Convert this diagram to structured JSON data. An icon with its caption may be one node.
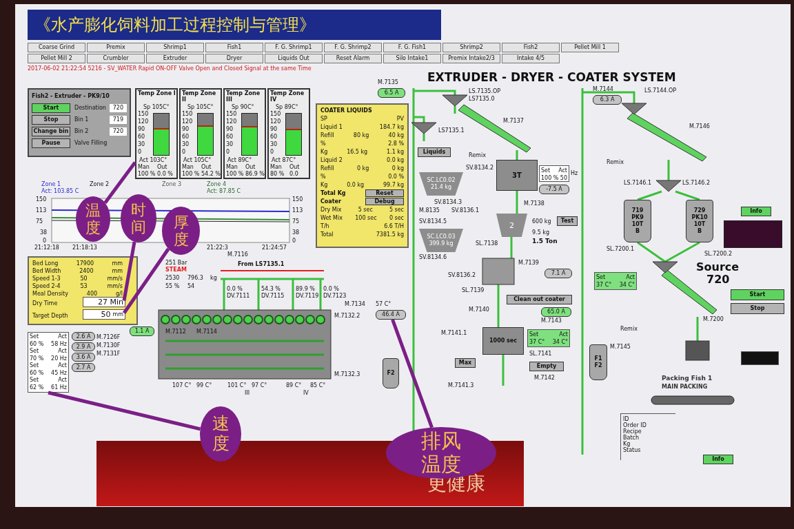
{
  "diagram": {
    "title": "《水产膨化饲料加工过程控制与管理》",
    "nodes": [
      {
        "text": [
          "温度"
        ]
      },
      {
        "text": [
          "时间"
        ]
      },
      {
        "text": [
          "厚度"
        ]
      },
      {
        "text": [
          "速度"
        ]
      },
      {
        "text": [
          "排风温度"
        ]
      },
      {
        "text": [
          "Fish2 - Extruder - PK9/10",
          "Destination",
          "720",
          "Bin 1",
          "719",
          "Bin 2",
          "720",
          "Valve Filling"
        ]
      },
      {
        "text": [
          "Start"
        ],
        "in": 5
      },
      {
        "text": [
          "Stop"
        ],
        "in": 5
      },
      {
        "text": [
          "Change bin"
        ],
        "in": 5
      },
      {
        "text": [
          "Pause"
        ],
        "in": 5
      },
      {
        "text": [
          "Temp Zone I",
          "Sp 105C°",
          "150",
          "120",
          "90",
          "60",
          "30",
          "0",
          "Act 103C°",
          "Man",
          "Out",
          "100 %",
          "0.0 %"
        ]
      },
      {
        "text": [
          "Temp Zone II",
          "Sp 105C°",
          "150",
          "120",
          "90",
          "60",
          "30",
          "0",
          "Act 105C°",
          "Man",
          "Out",
          "100 %",
          "54.2 %"
        ]
      },
      {
        "text": [
          "Temp Zone III",
          "Sp 90C°",
          "150",
          "120",
          "90",
          "60",
          "30",
          "0",
          "Act 89C°",
          "Man",
          "Out",
          "100 %",
          "86.9 %"
        ]
      },
      {
        "text": [
          "Temp Zone IV",
          "Sp 89C°",
          "150",
          "120",
          "90",
          "60",
          "30",
          "0",
          "Act 87C°",
          "Man",
          "Out",
          "80 %",
          "0.0"
        ]
      },
      {
        "text": [
          "Bed Long",
          "17900",
          "mm",
          "Bed Width",
          "2400",
          "mm",
          "Speed 1-3",
          "50",
          "mm/s",
          "Speed 2-4",
          "53",
          "mm/s",
          "Meal Density",
          "400",
          "g/l",
          "Dry Time",
          "Target Depth"
        ]
      },
      {
        "text": [
          "27 Min"
        ],
        "in": 14
      },
      {
        "text": [
          "50",
          "mm"
        ],
        "in": 14
      },
      {
        "text": [
          "Set",
          "Act",
          "60 %",
          "58 Hz",
          "Set",
          "Act",
          "70 %",
          "20 Hz",
          "Set",
          "Act",
          "60 %",
          "45 Hz",
          "Set",
          "Act",
          "62 %",
          "61 Hz"
        ]
      },
      {
        "text": [
          "2.6 A"
        ]
      },
      {
        "text": [
          "2.9 A"
        ]
      },
      {
        "text": [
          "3.6 A"
        ]
      },
      {
        "text": [
          "2.7 A"
        ]
      },
      {
        "text": [
          "COATER LIQUIDS",
          "SP",
          "PV",
          "Liquid 1",
          "184.7 kg",
          "Refill",
          "80 kg",
          "40 kg",
          "%",
          "2.8 %",
          "Kg",
          "16.5 kg",
          "1.1 kg",
          "Liquid 2",
          "0.0 kg",
          "Refill",
          "0 kg",
          "0 kg",
          "%",
          "0.0 %",
          "Kg",
          "0.0 kg",
          "99.7 kg",
          "Total Kg",
          "Coater",
          "Dry Mix",
          "5 sec",
          "5 sec",
          "Wet Mix",
          "100 sec",
          "0 sec",
          "T/h",
          "6.6 T/H",
          "Total",
          "7381.5 kg"
        ]
      },
      {
        "text": [
          "Reset"
        ],
        "in": 22
      },
      {
        "text": [
          "Debug"
        ],
        "in": 22
      },
      {
        "text": [
          "1.1 A"
        ]
      },
      {
        "text": [
          "46.4 A"
        ],
        "beside": [
          "57 C°"
        ]
      },
      {
        "text": [
          "6.5 A"
        ]
      },
      {
        "text": [
          "Liquids"
        ]
      },
      {
        "text": [
          "SC.LC0.02",
          "21.4 kg"
        ]
      },
      {
        "text": [
          "SC.LC0.03",
          "399.9 kg"
        ]
      },
      {
        "text": [
          "3T"
        ]
      },
      {
        "text": [
          "Set",
          "Act",
          "100 %",
          "50"
        ],
        "beside": [
          "Hz"
        ]
      },
      {
        "text": [
          "-7.5 A"
        ]
      },
      {
        "text": [
          "Test"
        ]
      },
      {
        "text": [
          "2"
        ],
        "beside": [
          "SL.7138"
        ]
      },
      {
        "text": [
          "7.1 A"
        ]
      },
      {
        "text": [
          "Clean out coater"
        ]
      },
      {
        "text": [
          "65.0 A"
        ]
      },
      {
        "text": [
          "1000 sec"
        ]
      },
      {
        "text": [
          "Set",
          "Act",
          "37 C°",
          "34 C°"
        ]
      },
      {
        "text": [
          "Max"
        ]
      },
      {
        "text": [
          "Empty"
        ]
      },
      {
        "text": [
          "6.3 A"
        ]
      },
      {
        "text": [
          "719",
          "PK9",
          "10T",
          "B"
        ]
      },
      {
        "text": [
          "729",
          "PK10",
          "10T",
          "B"
        ]
      },
      {
        "text": [
          "Info"
        ]
      },
      {
        "text": [
          "Set",
          "Act",
          "37 C°",
          "34 C°"
        ]
      },
      {
        "text": [
          "Start"
        ]
      },
      {
        "text": [
          "Stop"
        ]
      },
      {
        "text": [],
        "shape": "box"
      },
      {
        "text": [],
        "shape": "box"
      },
      {
        "text": [
          "Info"
        ]
      },
      {
        "text": [
          "F1",
          "F2"
        ]
      },
      {
        "text": [
          "F2"
        ]
      },
      {
        "text": [
          "ID",
          "Order ID",
          "Recipe",
          "Batch",
          "Kg",
          "Status"
        ]
      },
      {
        "text": [
          "Coarse Grind"
        ]
      },
      {
        "text": [
          "Premix"
        ]
      },
      {
        "text": [
          "Shrimp1"
        ]
      },
      {
        "text": [
          "Fish1"
        ]
      },
      {
        "text": [
          "F. G. Shrimp1"
        ]
      },
      {
        "text": [
          "F. G. Shrimp2"
        ]
      },
      {
        "text": [
          "F. G. Fish1"
        ]
      },
      {
        "text": [
          "Shrimp2"
        ]
      },
      {
        "text": [
          "Fish2"
        ]
      },
      {
        "text": [
          "Pellet Mill 1"
        ]
      },
      {
        "text": [
          "Pellet Mill 2"
        ]
      },
      {
        "text": [
          "Crumbler"
        ]
      },
      {
        "text": [
          "Extruder"
        ]
      },
      {
        "text": [
          "Dryer"
        ]
      },
      {
        "text": [
          "Liquids Out"
        ]
      },
      {
        "text": [
          "Reset Alarm"
        ]
      },
      {
        "text": [
          "Silo Intake1"
        ]
      },
      {
        "text": [
          "Premix Intake2/3"
        ]
      },
      {
        "text": [
          "Intake 4/5"
        ]
      }
    ],
    "edges": [
      {
        "from": 0,
        "to": 10,
        "arrow": "none"
      },
      {
        "from": 1,
        "to": 15,
        "arrow": "none"
      },
      {
        "from": 2,
        "to": 16,
        "arrow": "none"
      },
      {
        "from": 3,
        "to": 17,
        "arrow": "none"
      },
      {
        "from": 4,
        "to": 26,
        "arrow": "none"
      }
    ],
    "labels": [
      "2017-06-02 21:22:54 5216 - SV_WATER Rapid ON-OFF Valve Open and Closed Signal at the same Time",
      "EXTRUDER - DRYER - COATER SYSTEM",
      "Zone 1",
      "Act: 103.85 C",
      "Zone 2",
      "Zone 3",
      "Zone 4",
      "Act: 87.85 C",
      "150",
      "113",
      "75",
      "38",
      "0",
      "150",
      "113",
      "75",
      "38",
      "0",
      "21:12:18",
      "21:18:13",
      "21:22:3",
      "21:24:57",
      "251 Bar",
      "STEAM",
      "2530",
      "796.3",
      "kg",
      "55 %",
      "54",
      "M.7116",
      "From LS7135.1",
      "0.0 %",
      "DV.7111",
      "54.3 %",
      "DV.7115",
      "89.9 %",
      "DV.7119",
      "0.0 %",
      "DV.7123",
      "M.7126F",
      "M.7130F",
      "M.7131F",
      "M.7112",
      "M.7114",
      "M.7132.2",
      "M.7132.3",
      "107 C°",
      "99 C°",
      "101 C°",
      "97 C°",
      "III",
      "89 C°",
      "85 C°",
      "IV",
      "M.7135",
      "LS.7135.OP",
      "LS7135.0",
      "LS7135.1",
      "M.7137",
      "Remix",
      "SV.8134.2",
      "SV.8134.3",
      "M.8135",
      "SV.8136.1",
      "SV.8134.5",
      "SV.8134.6",
      "M.7138",
      "600 kg",
      "9.5 kg",
      "1.5 Ton",
      "SV.8136.2",
      "M.7139",
      "SL.7139",
      "M.7140",
      "M.7143",
      "M.7141.1",
      "SL.7141",
      "M.7142",
      "M.7141.3",
      "M.7134",
      "M.7144",
      "LS.7144.OP",
      "M.7146",
      "Remix",
      "LS.7146.1",
      "LS.7146.2",
      "SL.7200.1",
      "SL.7200.2",
      "Source",
      "720",
      "M.7200",
      "Remix",
      "M.7145",
      "Packing Fish 1",
      "MAIN PACKING",
      "更健康"
    ]
  }
}
